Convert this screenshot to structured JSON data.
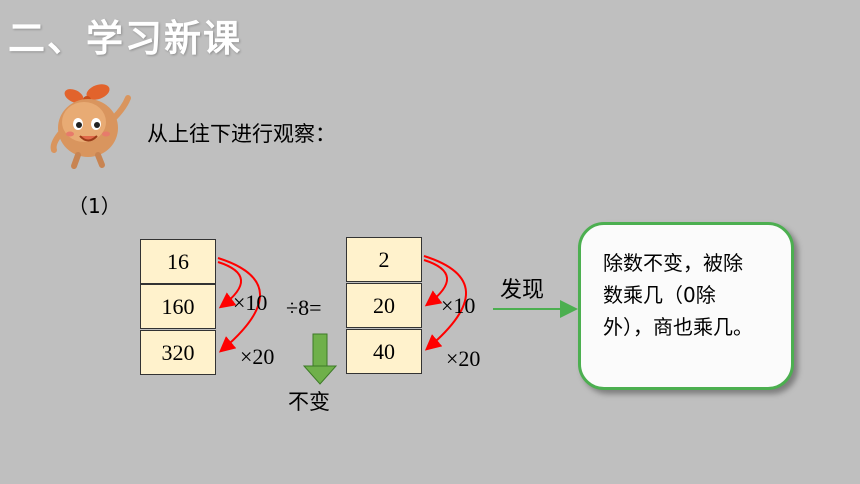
{
  "header": {
    "title": "二、学习新课"
  },
  "instruction": "从上往下进行观察：",
  "section_label": "（1）",
  "left_column": {
    "values": [
      "16",
      "160",
      "320"
    ]
  },
  "right_column": {
    "values": [
      "2",
      "20",
      "40"
    ]
  },
  "operators": {
    "divide": "÷8=",
    "left_times_10": "×10",
    "left_times_20": "×20",
    "right_times_10": "×10",
    "right_times_20": "×20"
  },
  "unchanged_label": "不变",
  "discover_label": "发现",
  "conclusion": {
    "line1": "除数不变，被除",
    "line2": "数乘几（0除",
    "line3": "外），商也乘几。"
  },
  "colors": {
    "background": "#bfbfbf",
    "cell_fill": "#fff2cc",
    "arc_red": "#ff0000",
    "arrow_green": "#4caf50",
    "card_border": "#4caf50"
  }
}
